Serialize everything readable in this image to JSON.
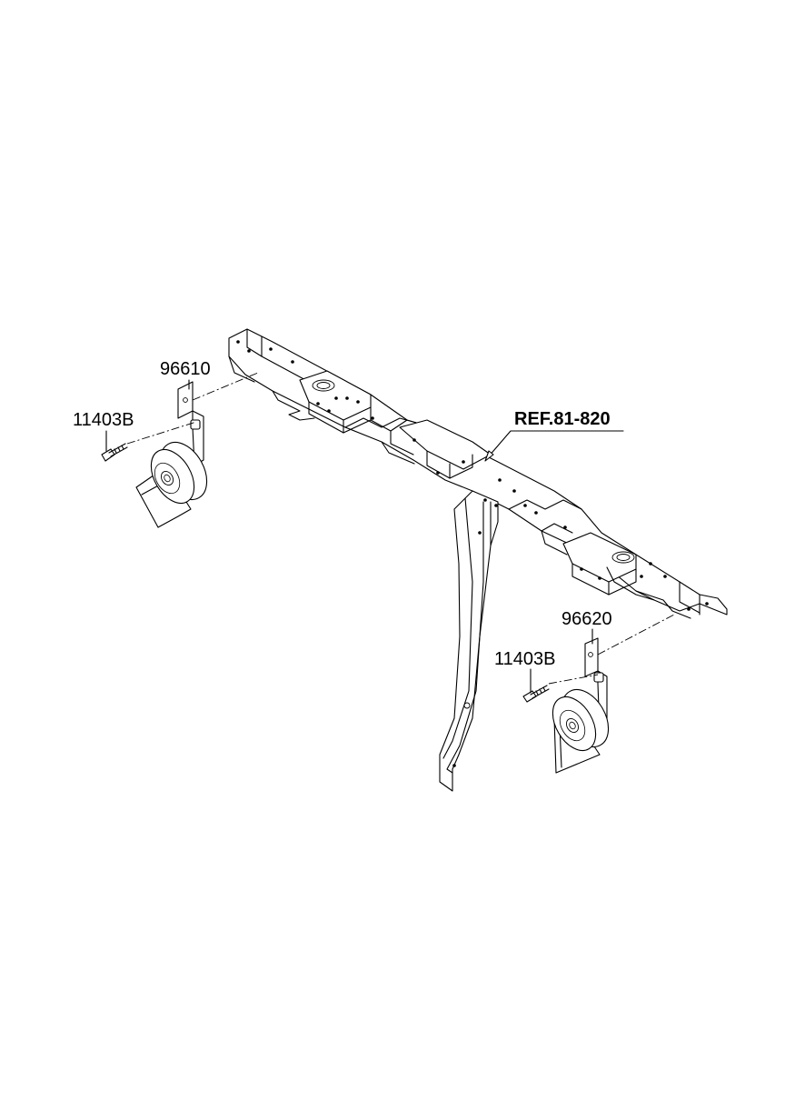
{
  "labels": {
    "horn_left_part": "96610",
    "bolt_left_part": "11403B",
    "horn_right_part": "96620",
    "bolt_right_part": "11403B",
    "reference": "REF.81-820"
  }
}
